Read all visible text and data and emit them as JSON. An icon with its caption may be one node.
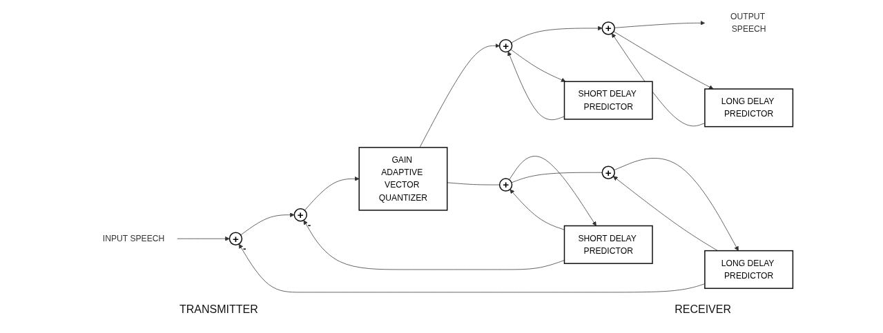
{
  "diagram": {
    "nodes": [
      {
        "text": [
          "INPUT SPEECH"
        ]
      },
      {
        "text": [
          "+"
        ],
        "beside": [
          "-"
        ]
      },
      {
        "text": [
          "+"
        ],
        "beside": [
          "-"
        ]
      },
      {
        "text": [
          "GAIN ADAPTIVE VECTOR QUANTIZER"
        ]
      },
      {
        "text": [
          "+"
        ]
      },
      {
        "text": [
          "SHORT DELAY PREDICTOR"
        ]
      },
      {
        "text": [
          "+"
        ]
      },
      {
        "text": [
          "LONG DELAY PREDICTOR"
        ]
      },
      {
        "text": [
          "+"
        ]
      },
      {
        "text": [
          "SHORT DELAY PREDICTOR"
        ]
      },
      {
        "text": [
          "+"
        ]
      },
      {
        "text": [
          "LONG DELAY PREDICTOR"
        ]
      },
      {
        "text": [
          "OUTPUT SPEECH"
        ]
      }
    ],
    "edges": [
      {
        "from": 0,
        "to": 1,
        "arrow": "to"
      },
      {
        "from": 1,
        "to": 2,
        "arrow": "to"
      },
      {
        "from": 2,
        "to": 3,
        "arrow": "to"
      },
      {
        "from": 3,
        "to": 8,
        "arrow": "to"
      },
      {
        "from": 3,
        "to": 4,
        "arrow": "none"
      },
      {
        "from": 4,
        "to": 5,
        "arrow": "to"
      },
      {
        "from": 4,
        "to": 6,
        "arrow": "none"
      },
      {
        "from": 5,
        "to": 2,
        "arrow": "to"
      },
      {
        "from": 5,
        "to": 4,
        "arrow": "to"
      },
      {
        "from": 6,
        "to": 7,
        "arrow": "to"
      },
      {
        "from": 7,
        "to": 1,
        "arrow": "to"
      },
      {
        "from": 7,
        "to": 6,
        "arrow": "to"
      },
      {
        "from": 8,
        "to": 10,
        "arrow": "to"
      },
      {
        "from": 8,
        "to": 9,
        "arrow": "to"
      },
      {
        "from": 9,
        "to": 8,
        "arrow": "to"
      },
      {
        "from": 10,
        "to": 12,
        "arrow": "to"
      },
      {
        "from": 10,
        "to": 11,
        "arrow": "to"
      },
      {
        "from": 11,
        "to": 10,
        "arrow": "to"
      }
    ],
    "labels": [
      "RECEIVER",
      "TRANSMITTER"
    ]
  }
}
